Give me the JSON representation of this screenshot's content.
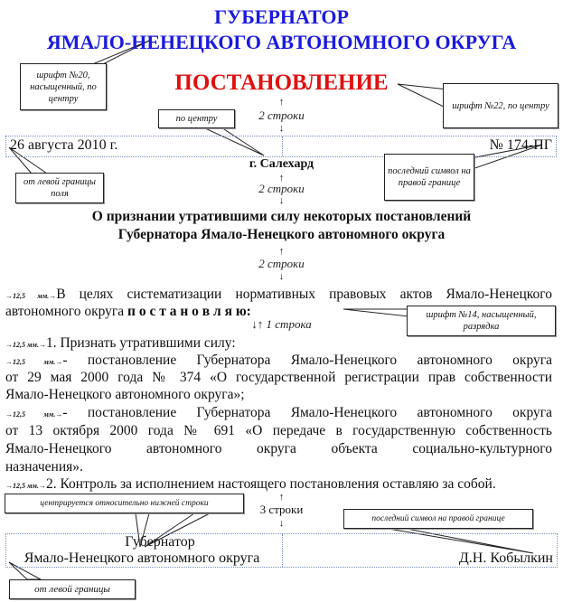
{
  "header": {
    "line1": "ГУБЕРНАТОР",
    "line2": "ЯМАЛО-НЕНЕЦКОГО АВТОНОМНОГО ОКРУГА",
    "doc_type": "ПОСТАНОВЛЕНИЕ"
  },
  "colors": {
    "header": "#1a1ae0",
    "doc_type": "#e01010"
  },
  "spacing": {
    "two_lines": "2 строки",
    "one_line": "1 строка",
    "three_lines": "3 строки",
    "arrow_up": "↑",
    "arrow_down": "↓"
  },
  "date_row": {
    "date": "26 августа 2010 г.",
    "number": "№ 174-ПГ"
  },
  "place": "г. Салехард",
  "title": {
    "line1": "О признании утратившими силу некоторых постановлений",
    "line2": "Губернатора Ямало-Ненецкого автономного округа"
  },
  "indent": "12,5 мм.",
  "body": {
    "p1a": "В целях систематизации нормативных правовых актов Ямало-Ненецкого",
    "p1b": "автономного округа",
    "p1c": "п о с т а н о в л я ю:",
    "p2": "1. Признать утратившими силу:",
    "p3a": "- постановление Губернатора Ямало-Ненецкого автономного округа",
    "p3b": "от 29 мая 2000 года № 374 «О государственной регистрации прав собственности",
    "p3c": "Ямало-Ненецкого автономного округа»;",
    "p4a": "- постановление Губернатора Ямало-Ненецкого автономного округа",
    "p4b": "от 13 октября 2000 года № 691 «О передаче в государственную собственность",
    "p4c": "Ямало-Ненецкого автономного округа объекта социально-культурного",
    "p4d": "назначения».",
    "p5": "2. Контроль за исполнением настоящего постановления оставляю за собой."
  },
  "signature": {
    "position1": "Губернатор",
    "position2": "Ямало-Ненецкого автономного округа",
    "name": "Д.Н. Кобылкин"
  },
  "notes": {
    "font20": "шрифт №20, насыщенный, по центру",
    "font22": "шрифт №22, по центру",
    "center": "по центру",
    "left_margin": "от левой границы поля",
    "right_last": "последний символ на правой границе",
    "font14": "шрифт №14, насыщенный, разрядка",
    "centered_bottom": "центрируется относительно нижней строки",
    "right_last2": "последний символ на правой границе",
    "left_border": "от левой границы"
  }
}
